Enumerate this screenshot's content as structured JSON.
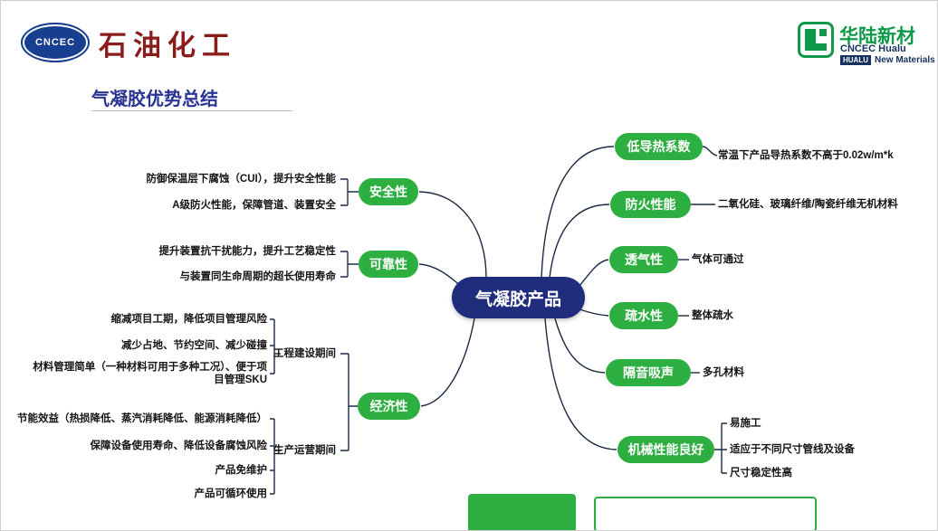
{
  "header": {
    "cncec_logo": "CNCEC",
    "calligraphy": "石油化工",
    "hualu": {
      "cn": "华陆新材",
      "en1": "CNCEC Hualu",
      "badge": "HUALU",
      "en2": "New Materials"
    }
  },
  "title": "气凝胶优势总结",
  "center_node": "气凝胶产品",
  "left_branches": [
    {
      "label": "安全性",
      "items": [
        "防御保温层下腐蚀（CUI），提升安全性能",
        "A级防火性能，保障管道、装置安全"
      ]
    },
    {
      "label": "可靠性",
      "items": [
        "提升装置抗干扰能力，提升工艺稳定性",
        "与装置同生命周期的超长使用寿命"
      ]
    },
    {
      "label": "经济性",
      "groups": [
        {
          "label": "工程建设期间",
          "items": [
            "缩减项目工期，降低项目管理风险",
            "减少占地、节约空间、减少碰撞",
            "材料管理简单（一种材料可用于多种工况）、便于项目管理SKU"
          ]
        },
        {
          "label": "生产运营期间",
          "items": [
            "节能效益（热损降低、蒸汽消耗降低、能源消耗降低）",
            "保障设备使用寿命、降低设备腐蚀风险",
            "产品免维护",
            "产品可循环使用"
          ]
        }
      ]
    }
  ],
  "right_branches": [
    {
      "label": "低导热系数",
      "items": [
        "常温下产品导热系数不高于0.02w/m*k"
      ]
    },
    {
      "label": "防火性能",
      "items": [
        "二氧化硅、玻璃纤维/陶瓷纤维无机材料"
      ]
    },
    {
      "label": "透气性",
      "items": [
        "气体可通过"
      ]
    },
    {
      "label": "疏水性",
      "items": [
        "整体疏水"
      ]
    },
    {
      "label": "隔音吸声",
      "items": [
        "多孔材料"
      ]
    },
    {
      "label": "机械性能良好",
      "items": [
        "易施工",
        "适应于不同尺寸管线及设备",
        "尺寸稳定性高"
      ]
    }
  ],
  "colors": {
    "branch_green": "#2dae41",
    "center_navy": "#1f2d7c",
    "title_blue": "#2a3492",
    "line": "#1c2b45",
    "calligraphy_red": "#8b1c1c",
    "hualu_green": "#0f9a49"
  }
}
